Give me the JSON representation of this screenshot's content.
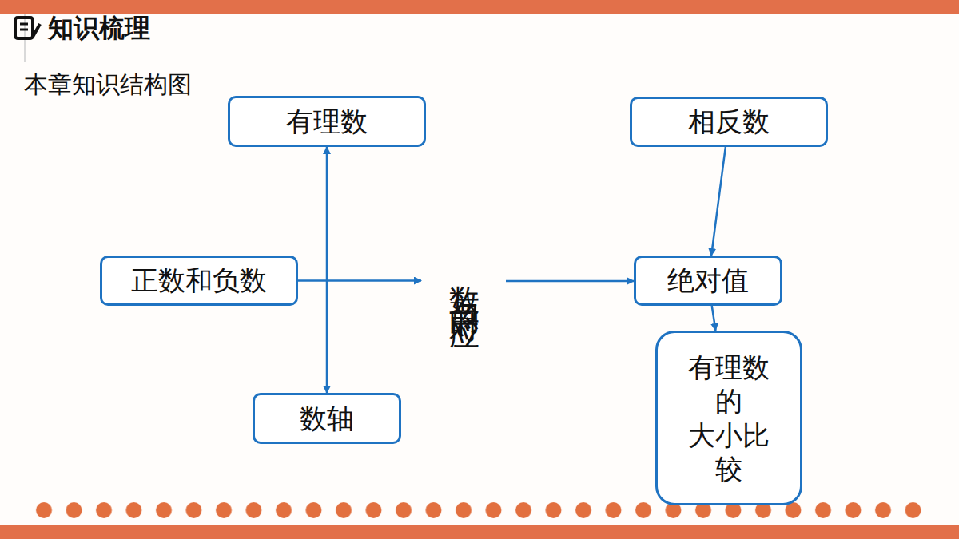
{
  "diagram": {
    "title": "知识梳理",
    "nodes": [
      {
        "text": [
          "有理数"
        ]
      },
      {
        "text": [
          "相反数"
        ]
      },
      {
        "text": [
          "正数和负数"
        ]
      },
      {
        "text": [
          "数与点的对应"
        ]
      },
      {
        "text": [
          "绝对值"
        ]
      },
      {
        "text": [
          "有理数 的 大小比 较"
        ]
      },
      {
        "text": [
          "数轴"
        ]
      }
    ],
    "edges": [
      {
        "from": 0,
        "to": 6,
        "arrow": "both"
      },
      {
        "from": 2,
        "to": 3,
        "arrow": "to"
      },
      {
        "from": 3,
        "to": 4,
        "arrow": "to"
      },
      {
        "from": 1,
        "to": 4,
        "arrow": "to"
      },
      {
        "from": 4,
        "to": 5,
        "arrow": "to"
      }
    ],
    "labels": [
      "本章知识结构图"
    ]
  }
}
